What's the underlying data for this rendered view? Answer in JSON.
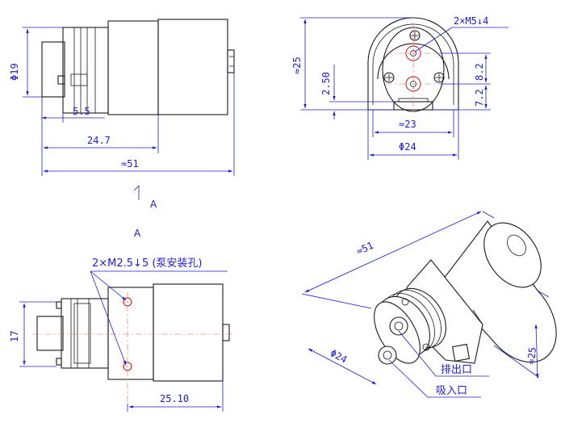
{
  "front_view": {
    "dia_19": "Φ19",
    "len_5_5": "5.5",
    "len_24_7": "24.7",
    "len_51": "≈51"
  },
  "section_marker": {
    "upper": "A",
    "lower": "A"
  },
  "end_view": {
    "thread_note": "2×M5↓4",
    "h_25": "≈25",
    "h_2_50": "2.50",
    "h_8_2": "8.2",
    "h_7_2": "7.2",
    "w_23": "≈23",
    "dia_24": "Φ24"
  },
  "bottom_view": {
    "hole_note": "2×M2.5↓5 (泵安装孔)",
    "h_17": "17",
    "len_25_10": "25.10"
  },
  "iso_view": {
    "len_51": "≈51",
    "dia_24": "Φ24",
    "h_25": "≈25",
    "outlet_label": "排出口",
    "inlet_label": "吸入口"
  }
}
